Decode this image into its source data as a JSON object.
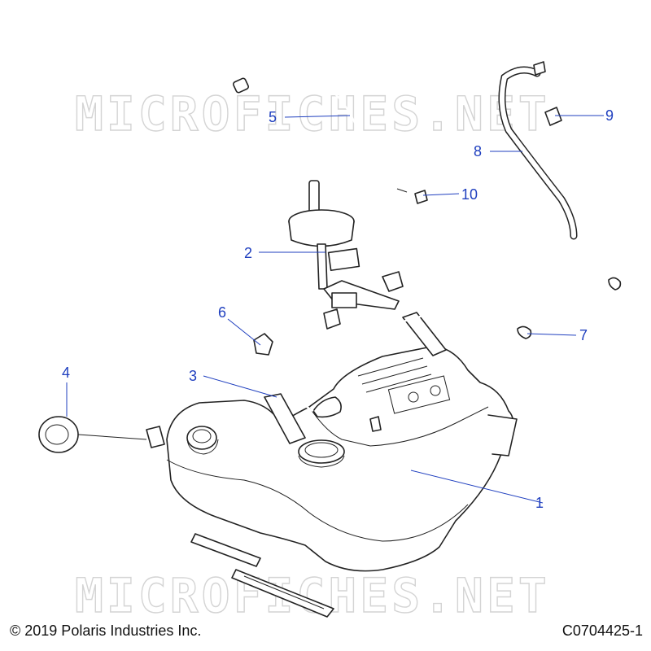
{
  "watermark_top": "MICROFICHES.NET",
  "watermark_bottom": "MICROFICHES.NET",
  "copyright": "© 2019 Polaris Industries Inc.",
  "diagram_code": "C0704425-1",
  "callouts": {
    "c1": "1",
    "c2": "2",
    "c3": "3",
    "c4": "4",
    "c5": "5",
    "c6": "6",
    "c7": "7",
    "c8": "8",
    "c9": "9",
    "c10": "10"
  },
  "colors": {
    "callout": "#1f3fbf",
    "watermark": "#d4d4d4",
    "line": "#222222"
  }
}
